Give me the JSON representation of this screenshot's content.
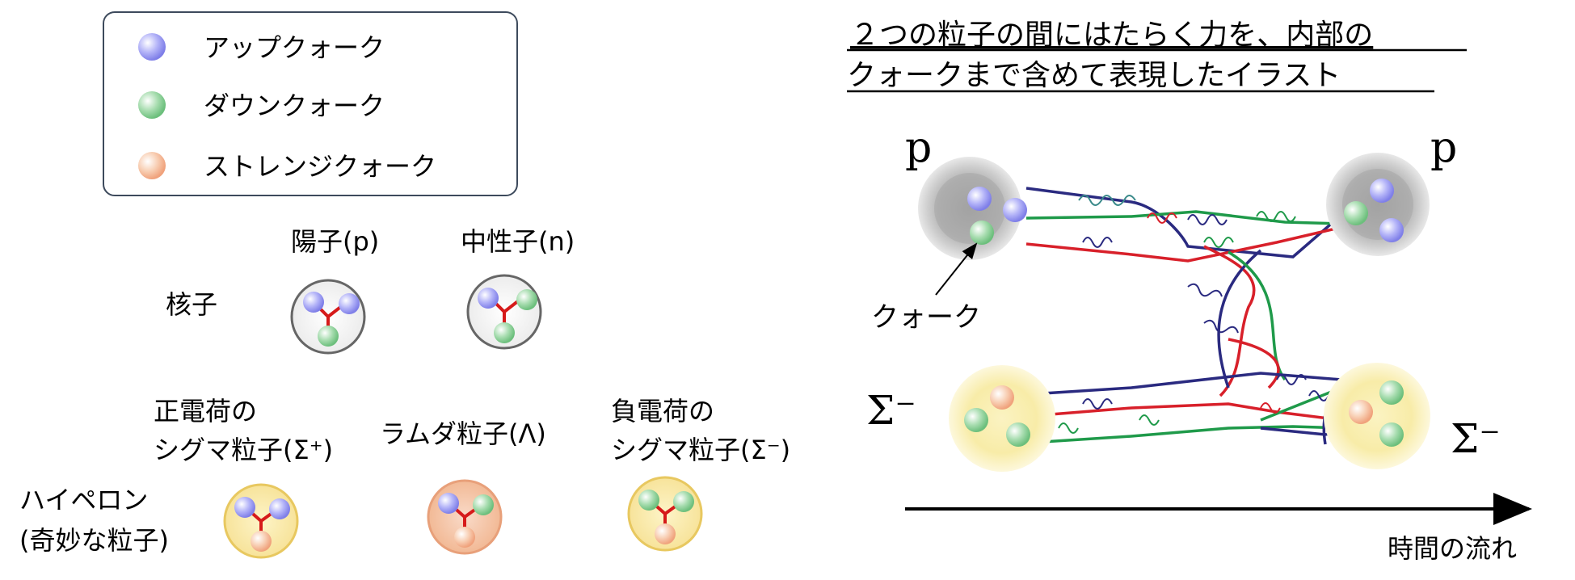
{
  "legend": {
    "items": [
      {
        "label": "アップクォーク",
        "color": "#8f8ff0"
      },
      {
        "label": "ダウンクォーク",
        "color": "#7dc98a"
      },
      {
        "label": "ストレンジクォーク",
        "color": "#f4b08a"
      }
    ]
  },
  "nucleon": {
    "row_label": "核子",
    "proton_label": "陽子(p)",
    "neutron_label": "中性子(n)"
  },
  "hyperon": {
    "row_label_line1": "ハイペロン",
    "row_label_line2": "(奇妙な粒子)",
    "sigma_plus_line1": "正電荷の",
    "sigma_plus_line2": "シグマ粒子(Σ⁺)",
    "lambda_label": "ラムダ粒子(Λ)",
    "sigma_minus_line1": "負電荷の",
    "sigma_minus_line2": "シグマ粒子(Σ⁻)"
  },
  "illustration": {
    "title_line1": "２つの粒子の間にはたらく力を、内部の",
    "title_line2": "クォークまで含めて表現したイラスト",
    "p_left": "p",
    "p_right": "p",
    "sigma_left": "Σ⁻",
    "sigma_right": "Σ⁻",
    "quark_callout": "クォーク",
    "time_axis_label": "時間の流れ"
  },
  "colors": {
    "quark_line_blue": "#2a2a80",
    "quark_line_green": "#1f9a4a",
    "quark_line_red": "#d8202a",
    "gluon": "#4a9a8a",
    "baryon_frame_gray": "#555555",
    "hyperon_fill": "#fbecb0"
  }
}
